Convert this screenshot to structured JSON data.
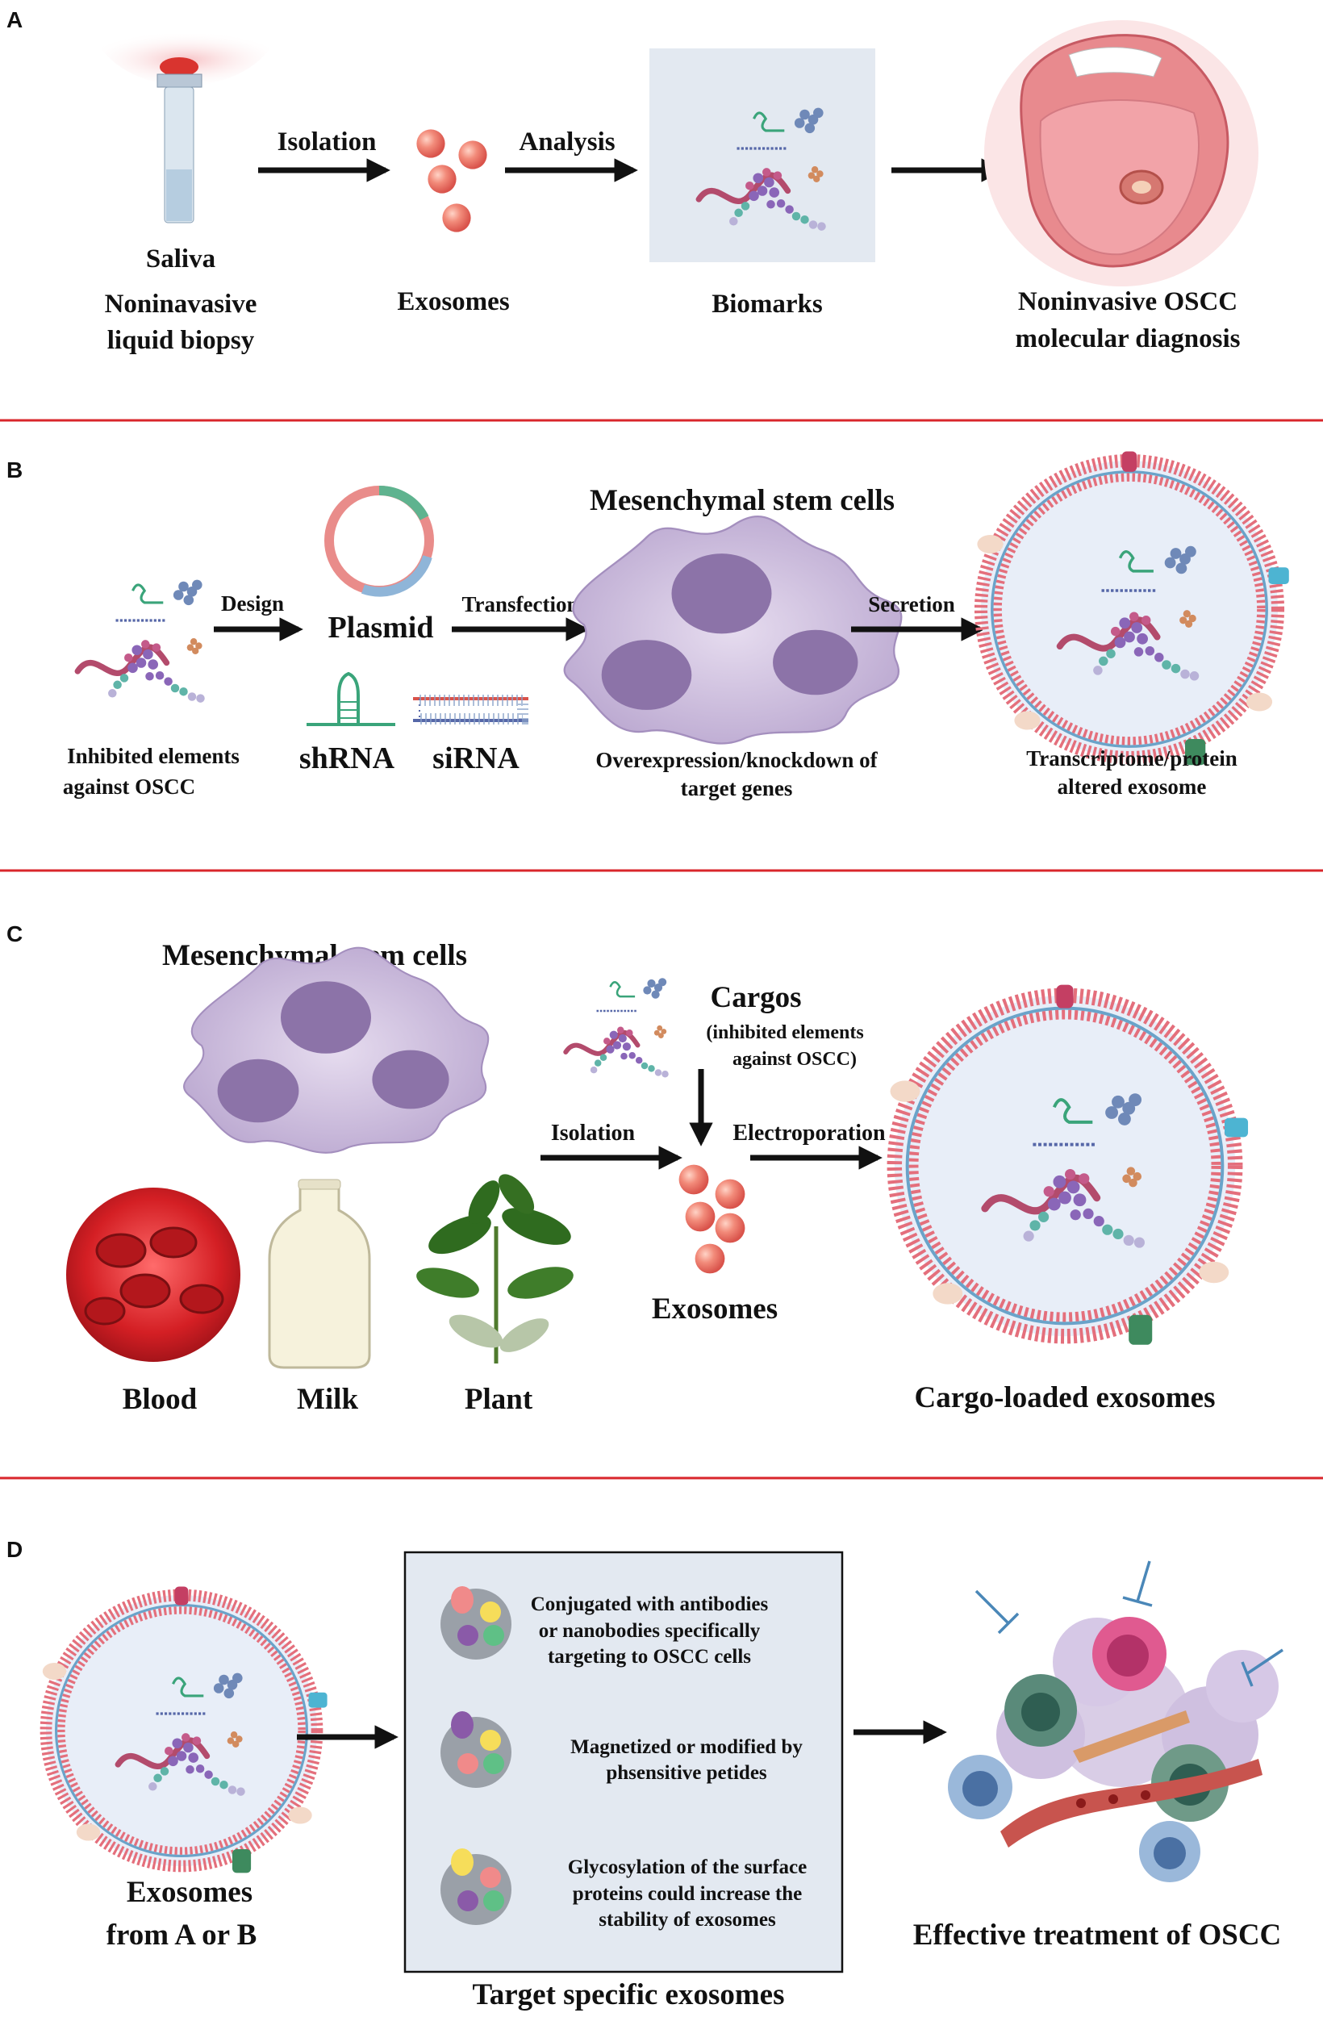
{
  "panels": {
    "a": {
      "letter": "A",
      "arrow1": "Isolation",
      "arrow2": "Analysis",
      "saliva_title": "Saliva",
      "saliva_line1": "Noninavasive",
      "saliva_line2": "liquid biopsy",
      "exosomes": "Exosomes",
      "biomarks": "Biomarks",
      "diag_line1": "Noninvasive OSCC",
      "diag_line2": "molecular diagnosis"
    },
    "b": {
      "letter": "B",
      "msc_title": "Mesenchymal stem cells",
      "design": "Design",
      "plasmid": "Plasmid",
      "transfection": "Transfection",
      "secretion": "Secretion",
      "shrna": "shRNA",
      "sirna": "siRNA",
      "inhibited_line1": "Inhibited elements",
      "inhibited_line2": "against OSCC",
      "over_line1": "Overexpression/knockdown of",
      "over_line2": "target genes",
      "altered_line1": "Transcriptome/protein",
      "altered_line2": "altered exosome"
    },
    "c": {
      "letter": "C",
      "msc_title": "Mesenchymal stem cells",
      "cargos": "Cargos",
      "cargos_sub1": "(inhibited elements",
      "cargos_sub2": "against OSCC)",
      "isolation": "Isolation",
      "electroporation": "Electroporation",
      "exosomes": "Exosomes",
      "blood": "Blood",
      "milk": "Milk",
      "plant": "Plant",
      "loaded": "Cargo-loaded exosomes"
    },
    "d": {
      "letter": "D",
      "exo_line1": "Exosomes",
      "exo_line2": "from A or B",
      "box_title": "Target specific exosomes",
      "item1_line1": "Conjugated with antibodies",
      "item1_line2": "or nanobodies specifically",
      "item1_line3": "targeting to OSCC cells",
      "item2_line1": "Magnetized or modified by",
      "item2_line2": "phsensitive petides",
      "item3_line1": "Glycosylation of the surface",
      "item3_line2": "proteins could increase the",
      "item3_line3": "stability of exosomes",
      "effective": "Effective treatment of OSCC"
    }
  }
}
